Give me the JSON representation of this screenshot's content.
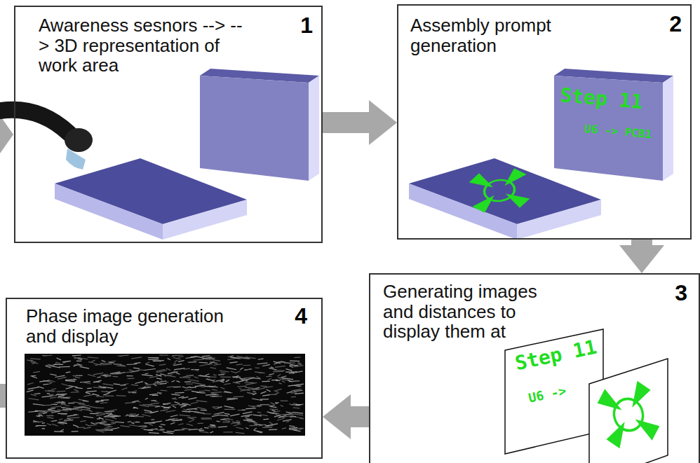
{
  "diagram": {
    "nodes": [
      {
        "text": [
          "Awareness sesnors --> --> 3D representation of work area",
          "1"
        ]
      },
      {
        "text": [
          "Assembly prompt generation",
          "2"
        ]
      },
      {
        "text": [
          "Generating images and distances to display them at",
          "3"
        ]
      },
      {
        "text": [
          "Phase image generation and display",
          "4"
        ]
      }
    ],
    "edges": [
      {
        "from": 0,
        "to": 1,
        "arrow": "to"
      },
      {
        "from": 1,
        "to": 2,
        "arrow": "to"
      },
      {
        "from": 2,
        "to": 3,
        "arrow": "to"
      }
    ],
    "labels": [
      "Step 11",
      "U6 -> PCB1",
      "Step 11",
      "U6 ->"
    ]
  }
}
